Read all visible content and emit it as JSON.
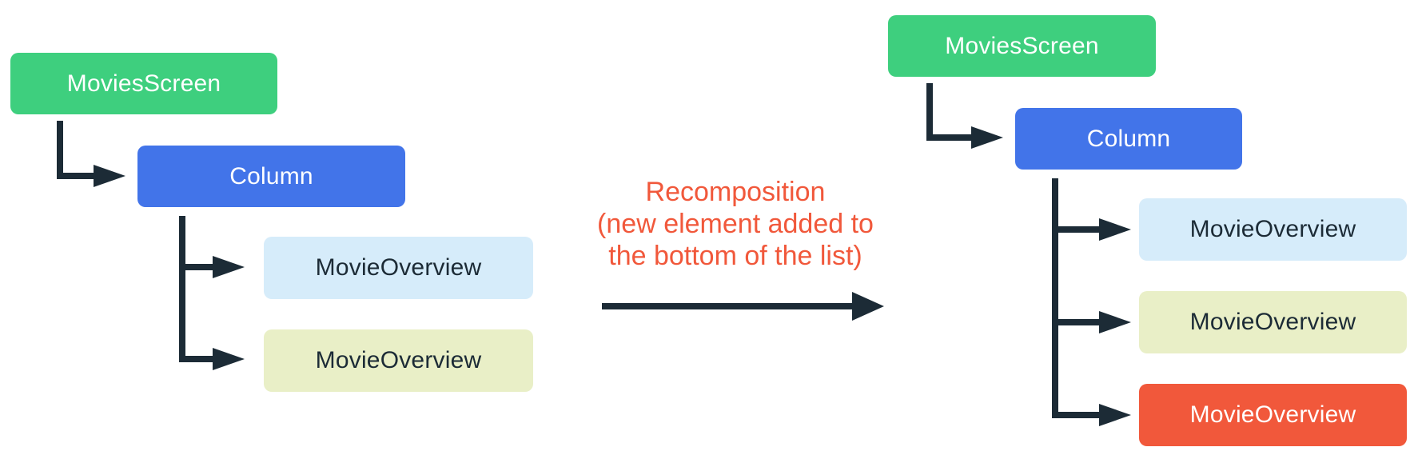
{
  "palette": {
    "screen_green": "#3ECF7E",
    "column_blue": "#4274E9",
    "overview_light_blue": "#D6ECFA",
    "overview_pale_green": "#E9EFC7",
    "overview_highlight_orange": "#F1583B",
    "connector_dark": "#1C2B36",
    "annotation_orange": "#F1583B",
    "label_on_color": "#FFFFFF",
    "label_dark": "#1C2B36"
  },
  "annotation": {
    "line1": "Recomposition",
    "line2": "(new element added to",
    "line3": "the bottom of the list)",
    "color": "#F1583B"
  },
  "trees": {
    "before": {
      "root": {
        "label": "MoviesScreen",
        "color": "#3ECF7E",
        "text_color": "#FFFFFF"
      },
      "column": {
        "label": "Column",
        "color": "#4274E9",
        "text_color": "#FFFFFF"
      },
      "children": [
        {
          "label": "MovieOverview",
          "color": "#D6ECFA",
          "text_color": "#1C2B36"
        },
        {
          "label": "MovieOverview",
          "color": "#E9EFC7",
          "text_color": "#1C2B36"
        }
      ]
    },
    "after": {
      "root": {
        "label": "MoviesScreen",
        "color": "#3ECF7E",
        "text_color": "#FFFFFF"
      },
      "column": {
        "label": "Column",
        "color": "#4274E9",
        "text_color": "#FFFFFF"
      },
      "children": [
        {
          "label": "MovieOverview",
          "color": "#D6ECFA",
          "text_color": "#1C2B36"
        },
        {
          "label": "MovieOverview",
          "color": "#E9EFC7",
          "text_color": "#1C2B36"
        },
        {
          "label": "MovieOverview",
          "color": "#F1583B",
          "text_color": "#FFFFFF",
          "highlighted": true
        }
      ]
    }
  }
}
